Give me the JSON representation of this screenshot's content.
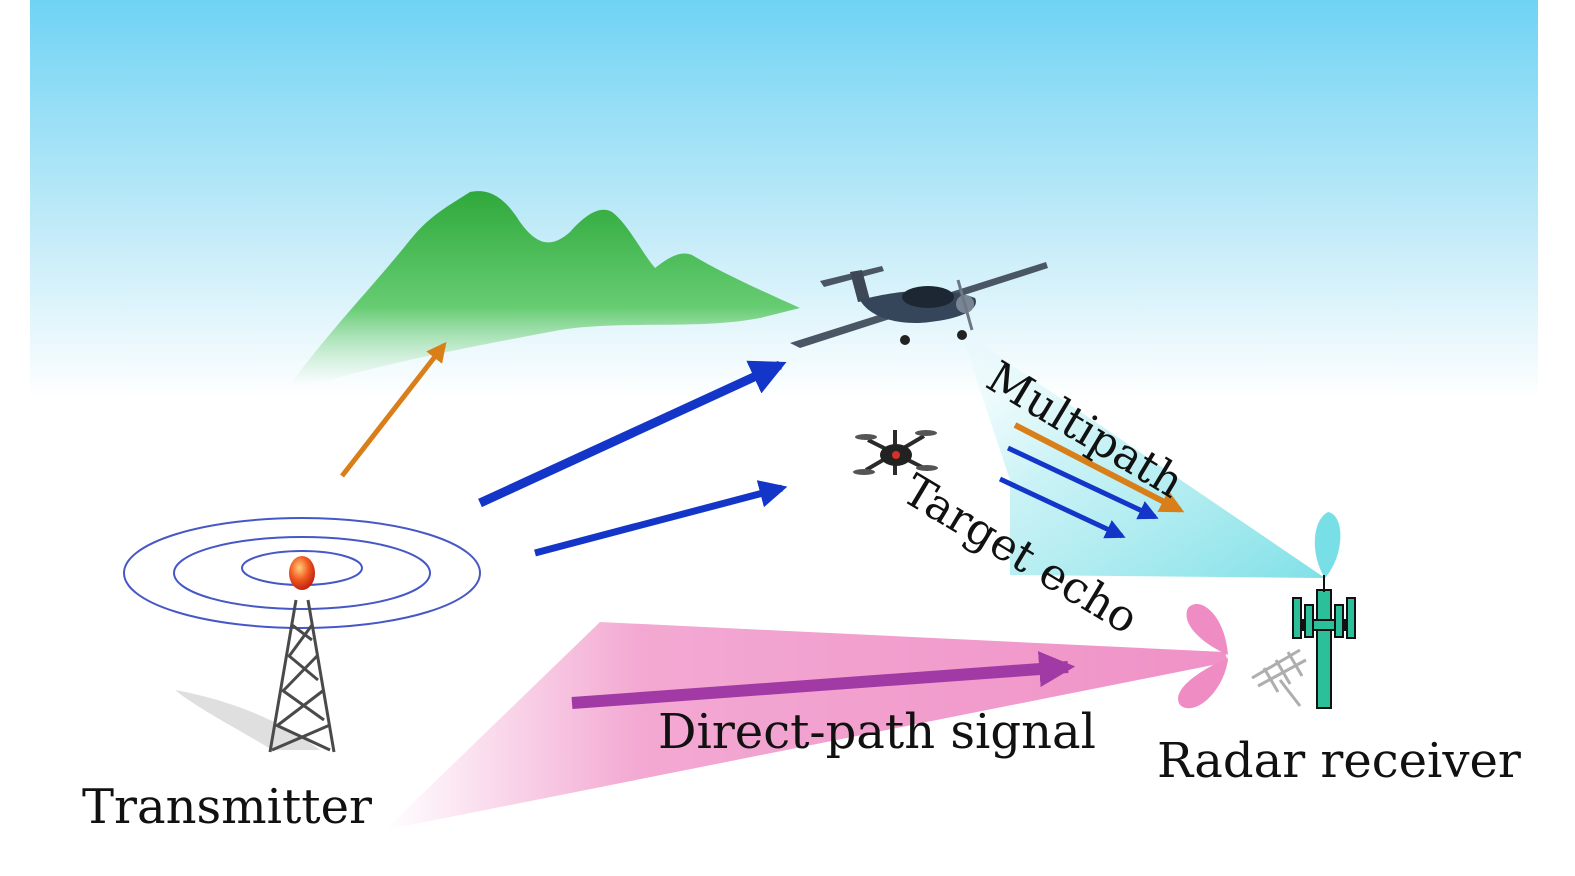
{
  "labels": {
    "transmitter": "Transmitter",
    "direct_path": "Direct-path signal",
    "radar_receiver": "Radar receiver",
    "multipath": "Multipath",
    "target_echo": "Target echo"
  },
  "colors": {
    "sky_top": "#6fd3f4",
    "mountain": "#35b13f",
    "blue_arrow": "#1336c8",
    "orange_arrow": "#d97f1a",
    "purple_arrow": "#a23aa5",
    "pink_beam": "#ef8cc4",
    "cyan_beam": "#79dfe6",
    "receiver_tower": "#2bbf9a",
    "transmitter_bulb": "#e83a1f"
  },
  "icons": [
    "mountain-icon",
    "airplane-icon",
    "drone-icon",
    "transmitter-tower-icon",
    "radar-receiver-icon",
    "satellite-icon"
  ]
}
